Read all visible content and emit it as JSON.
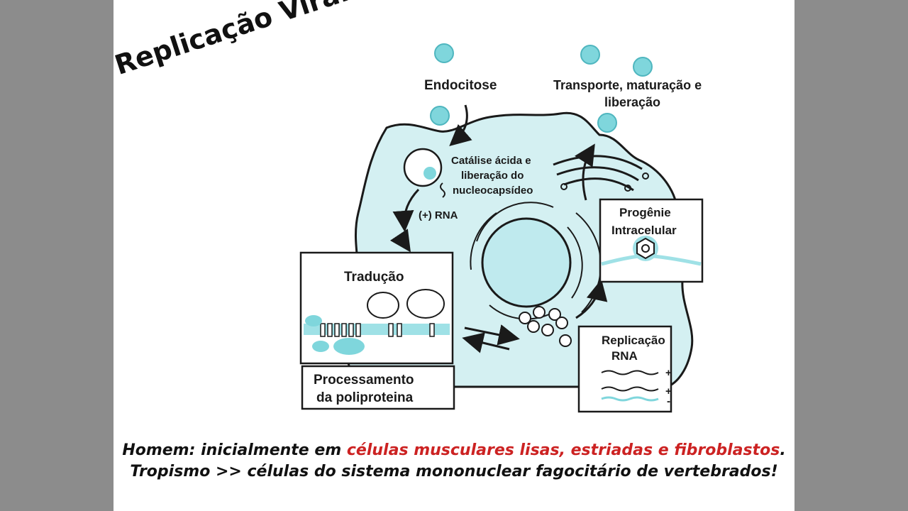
{
  "slide": {
    "title": "Replicação Viral",
    "background_color": "#8c8c8c",
    "accent_color": "#7fd6dc"
  },
  "diagram": {
    "labels": {
      "endocytosis": "Endocitose",
      "transport_line1": "Transporte, maturação e",
      "transport_line2": "liberação",
      "catalysis_line1": "Catálise ácida e",
      "catalysis_line2": "liberação do",
      "catalysis_line3": "nucleocapsídeo",
      "rna": "(+) RNA",
      "translation": "Tradução",
      "processing_line1": "Processamento",
      "processing_line2": "da poliproteina",
      "progeny_line1": "Progênie",
      "progeny_line2": "Intracelular",
      "replication_line1": "Replicação",
      "replication_line2": "RNA",
      "plus": "+",
      "minus": "-"
    }
  },
  "caption": {
    "part1": "Homem: inicialmente em ",
    "highlight1": "células musculares lisas, estriadas e fibroblastos",
    "part2": ". Tropismo >> células do sistema mononuclear fagocitário de vertebrados!",
    "highlight_color": "#cc2222"
  }
}
